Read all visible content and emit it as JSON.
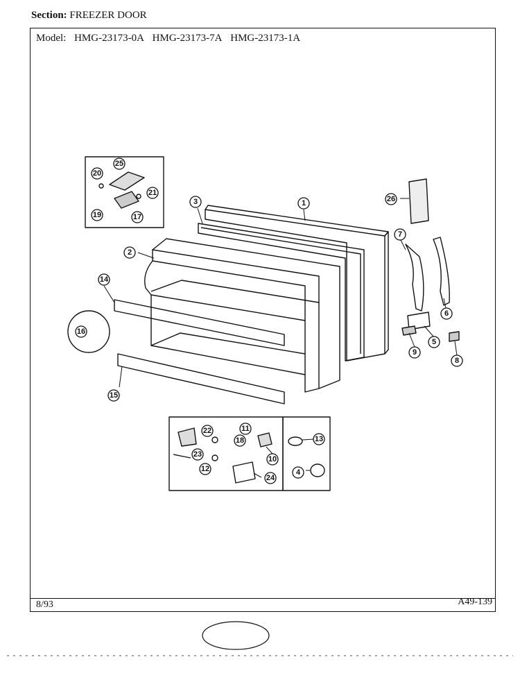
{
  "section": {
    "label": "Section:",
    "value": "FREEZER DOOR"
  },
  "model": {
    "label": "Model:",
    "numbers": [
      "HMG-23173-0A",
      "HMG-23173-7A",
      "HMG-23173-1A"
    ]
  },
  "footer": {
    "date": "8/93",
    "code": "A49-139"
  },
  "callouts": [
    "1",
    "2",
    "3",
    "4",
    "5",
    "6",
    "7",
    "8",
    "9",
    "10",
    "11",
    "12",
    "13",
    "14",
    "15",
    "16",
    "17",
    "18",
    "19",
    "20",
    "21",
    "22",
    "23",
    "24",
    "25",
    "26"
  ]
}
